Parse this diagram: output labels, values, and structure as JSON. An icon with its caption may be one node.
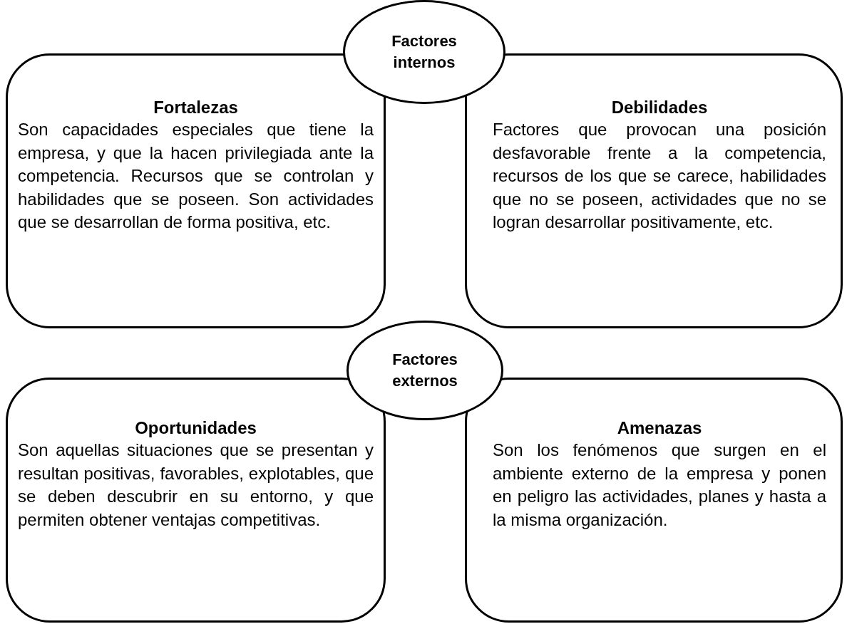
{
  "diagram": {
    "nodes": [
      {
        "text": [
          "Factores internos"
        ]
      },
      {
        "text": [
          "Fortalezas",
          "Son capacidades especiales que tiene la empresa, y que la hacen privilegiada ante la competencia. Recursos que se controlan y habilidades que se poseen. Son actividades que se desarrollan de forma positiva, etc."
        ]
      },
      {
        "text": [
          "Debilidades",
          "Factores que provocan una posición desfavorable frente a la competencia, recursos de los que se carece, habilidades que no se poseen, actividades que no se logran desarrollar positivamente, etc."
        ]
      },
      {
        "text": [
          "Factores externos"
        ]
      },
      {
        "text": [
          "Oportunidades",
          "Son aquellas situaciones que se presentan y resultan positivas, favorables, explotables, que se deben descubrir en su entorno, y que permiten obtener ventajas competitivas."
        ]
      },
      {
        "text": [
          "Amenazas",
          "Son los fenómenos que surgen en el ambiente externo de la empresa y ponen en peligro las actividades, planes y hasta a la misma organización."
        ]
      }
    ],
    "edges": []
  }
}
